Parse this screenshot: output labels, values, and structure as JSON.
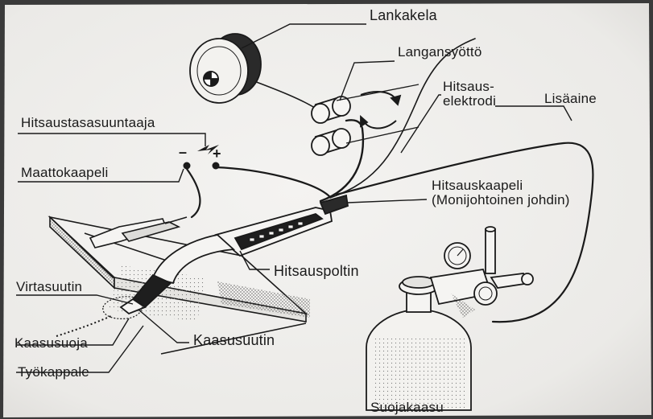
{
  "labels": {
    "lankakela": "Lankakela",
    "langansyotto": "Langansyöttö",
    "hitsauselektrodi_1": "Hitsaus-",
    "hitsauselektrodi_2": "elektrodi",
    "lisaaine": "Lisäaine",
    "hitsaustasasuuntaaja": "Hitsaustasasuuntaaja",
    "minus": "–",
    "plus": "+",
    "maattokaapeli": "Maattokaapeli",
    "hitsauskaapeli_1": "Hitsauskaapeli",
    "hitsauskaapeli_2": "(Monijohtoinen johdin)",
    "hitsauspoltin": "Hitsauspoltin",
    "virtasuutin": "Virtasuutin",
    "kaasusuoja": "Kaasusuoja",
    "kaasusuutin": "Kaasusuutin",
    "tyokappale": "Työkappale",
    "suojakaasu": "Suojakaasu"
  },
  "colors": {
    "paper": "#f0efed",
    "ink": "#1a1a1a",
    "frame": "#3a3a3a"
  }
}
